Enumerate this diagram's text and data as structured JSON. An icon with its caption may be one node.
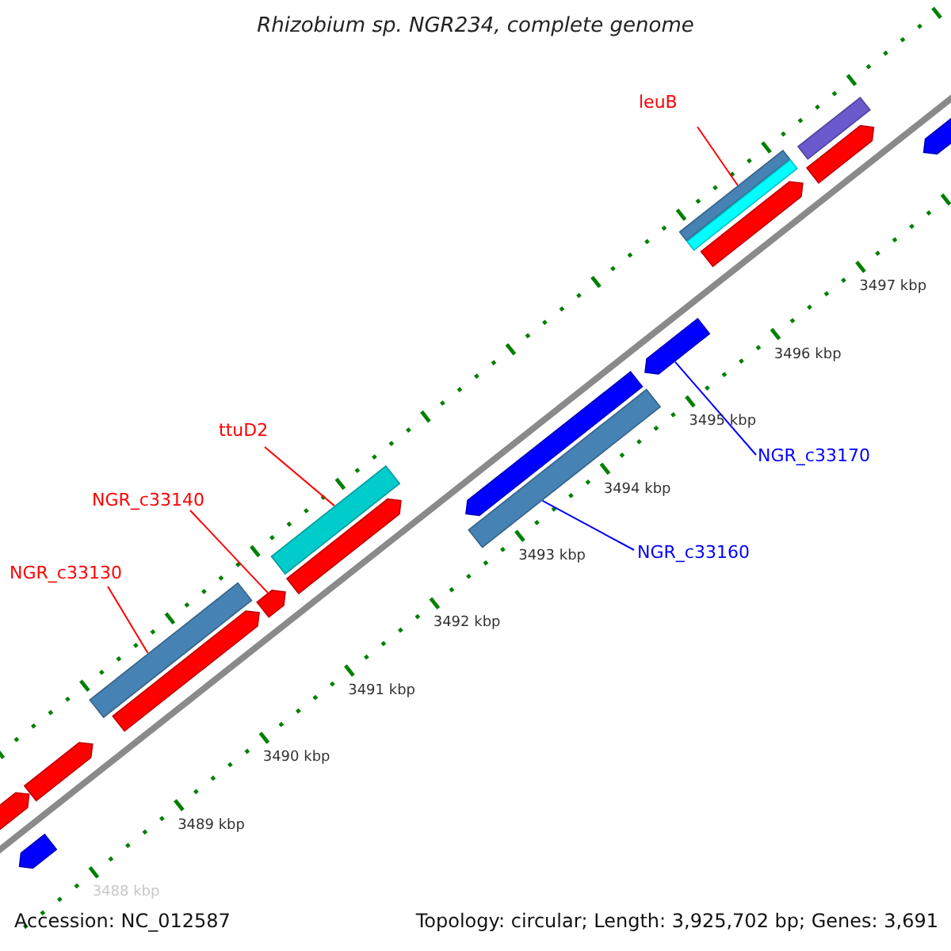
{
  "diagram": {
    "title": "Rhizobium sp. NGR234, complete genome",
    "nodes": [
      {
        "text": [
          "leuB"
        ]
      },
      {
        "text": [],
        "shape": "bar"
      },
      {
        "text": [
          "ttuD2"
        ]
      },
      {
        "text": [],
        "shape": "bar"
      },
      {
        "text": [
          "NGR_c33140"
        ]
      },
      {
        "text": [],
        "shape": "bar"
      },
      {
        "text": [
          "NGR_c33130"
        ]
      },
      {
        "text": [],
        "shape": "bar"
      },
      {
        "text": [
          "NGR_c33160"
        ]
      },
      {
        "text": [],
        "shape": "bar"
      },
      {
        "text": [
          "NGR_c33170"
        ]
      },
      {
        "text": [],
        "shape": "bar"
      },
      {
        "text": [],
        "shape": "bar"
      },
      {
        "text": [],
        "shape": "bar"
      },
      {
        "text": [],
        "shape": "bar"
      },
      {
        "text": [],
        "shape": "bar"
      },
      {
        "text": [],
        "shape": "bar"
      },
      {
        "text": [],
        "shape": "bar"
      },
      {
        "text": [],
        "shape": "bar"
      },
      {
        "text": [],
        "shape": "bar"
      },
      {
        "text": [],
        "shape": "bar"
      },
      {
        "text": [],
        "shape": "bar"
      },
      {
        "text": [],
        "shape": "bar"
      }
    ],
    "edges": [
      {
        "from": 0,
        "to": 1,
        "arrow": "none"
      },
      {
        "from": 2,
        "to": 3,
        "arrow": "none"
      },
      {
        "from": 4,
        "to": 5,
        "arrow": "none"
      },
      {
        "from": 6,
        "to": 7,
        "arrow": "none"
      },
      {
        "from": 8,
        "to": 9,
        "arrow": "none",
        "color": "#0000ff"
      },
      {
        "from": 10,
        "to": 11,
        "arrow": "none",
        "color": "#0000ff"
      }
    ],
    "labels": [
      "3497 kbp",
      "3496 kbp",
      "3495 kbp",
      "3494 kbp",
      "3493 kbp",
      "3492 kbp",
      "3491 kbp",
      "3490 kbp",
      "3489 kbp",
      "3488 kbp",
      "Accession: NC_012587",
      "Topology: circular; Length: 3,925,702 bp; Genes: 3,691"
    ]
  }
}
